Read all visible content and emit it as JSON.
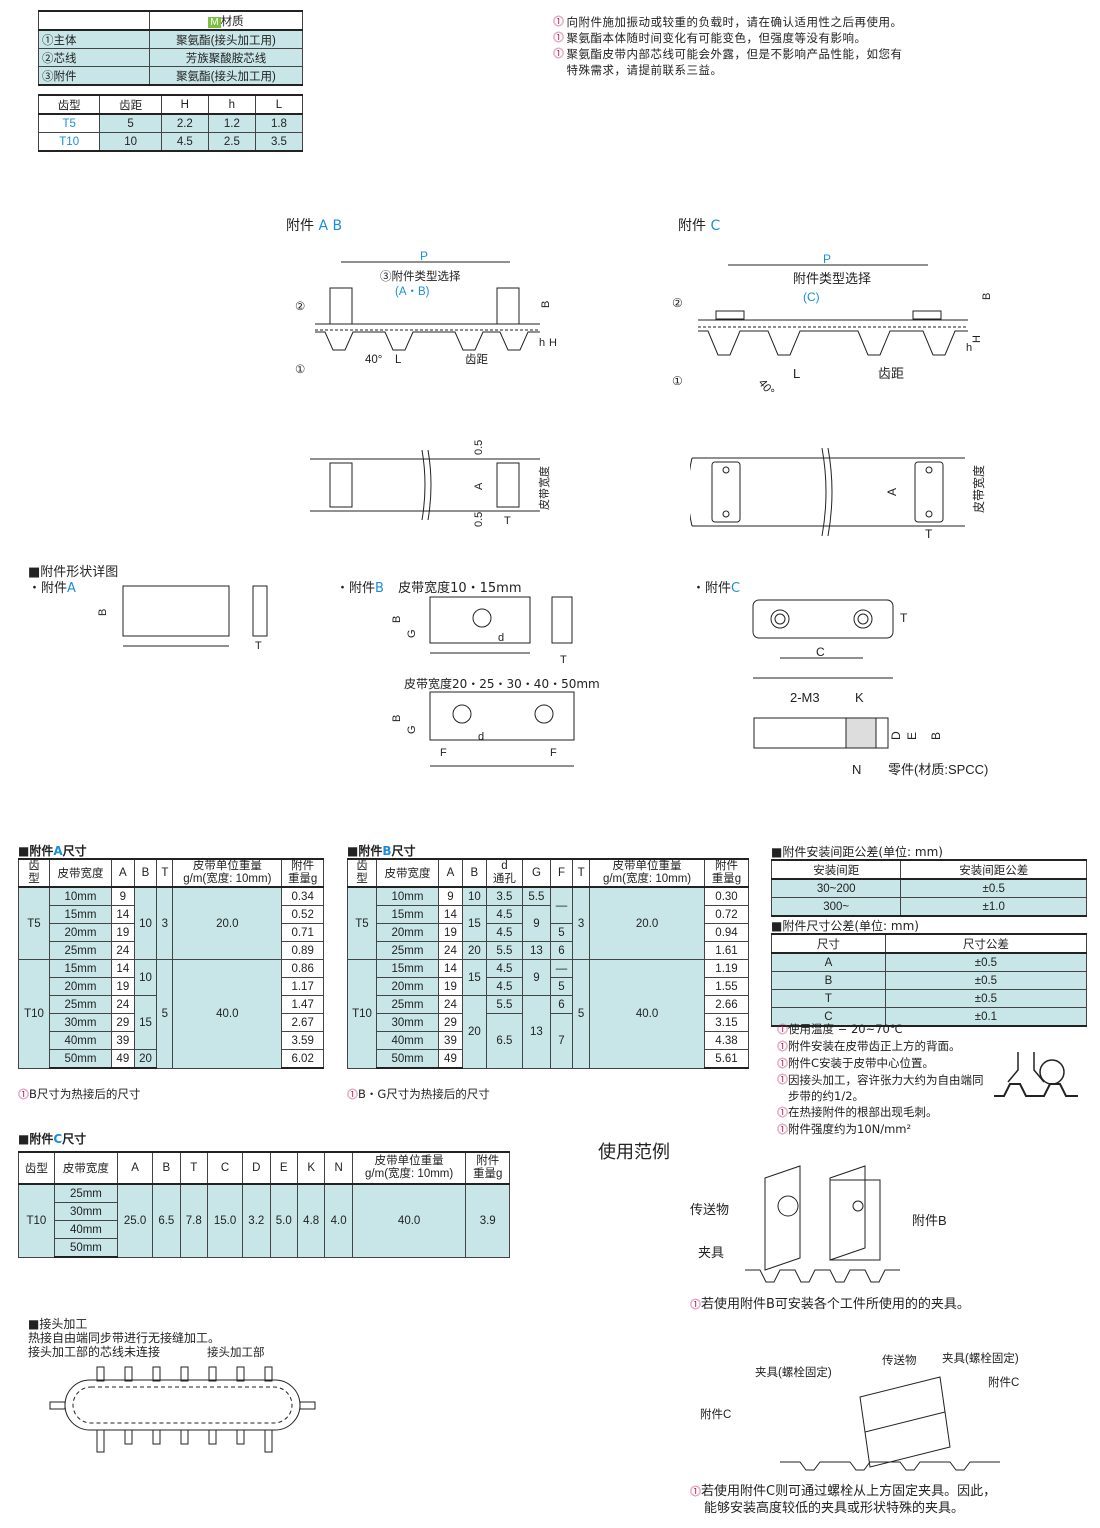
{
  "material": {
    "badge": "M",
    "header": "材质",
    "rows": [
      {
        "part": "①主体",
        "value": "聚氨酯(接头加工用)"
      },
      {
        "part": "②芯线",
        "value": "芳族聚酸胺芯线"
      },
      {
        "part": "③附件",
        "value": "聚氨酯(接头加工用)"
      }
    ]
  },
  "tooth": {
    "headers": [
      "齿型",
      "齿距",
      "H",
      "h",
      "L"
    ],
    "rows": [
      [
        "T5",
        "5",
        "2.2",
        "1.2",
        "1.8"
      ],
      [
        "T10",
        "10",
        "4.5",
        "2.5",
        "3.5"
      ]
    ]
  },
  "top_notes": [
    "向附件施加振动或较重的负载时，请在确认适用性之后再使用。",
    "聚氨酯本体随时间变化有可能变色，但强度等没有影响。",
    "聚氨酯皮带内部芯线可能会外露，但是不影响产品性能，如您有特殊需求，请提前联系三益。"
  ],
  "diag": {
    "ab_title": "附件",
    "ab_suffix": "A B",
    "c_title": "附件",
    "c_suffix": "C",
    "p": "P",
    "sel_ab": "③附件类型选择",
    "sel_ab2": "(A・B)",
    "sel_c": "附件类型选择",
    "sel_c2": "(C)",
    "b": "B",
    "h": "h",
    "H": "H",
    "L": "L",
    "pitch": "齿距",
    "angle": "40°",
    "c2": "②",
    "c1": "①",
    "A": "A",
    "T": "T",
    "half": "0.5",
    "belt_width": "皮带宽度"
  },
  "shape": {
    "title": "■附件形状详图",
    "a_label": "・附件",
    "a_suffix": "A",
    "b_label": "・附件",
    "b_suffix": "B",
    "b_width1": "皮带宽度10・15mm",
    "b_width2": "皮带宽度20・25・30・40・50mm",
    "c_label": "・附件",
    "c_suffix": "C",
    "m3": "2-M3",
    "K": "K",
    "N": "N",
    "D": "D",
    "E": "E",
    "G": "G",
    "F": "F",
    "d": "d",
    "C": "C",
    "part": "零件(材质:SPCC)"
  },
  "tableA": {
    "title_prefix": "■附件",
    "title_letter": "A",
    "title_suffix": "尺寸",
    "headers": [
      "齿\n型",
      "皮带宽度",
      "A",
      "B",
      "T",
      "皮带单位重量\ng/m(宽度: 10mm)",
      "附件\n重量g"
    ],
    "rows": [
      {
        "w": "10mm",
        "a": "9",
        "g": "0.34"
      },
      {
        "w": "15mm",
        "a": "14",
        "g": "0.52"
      },
      {
        "w": "20mm",
        "a": "19",
        "g": "0.71"
      },
      {
        "w": "25mm",
        "a": "24",
        "g": "0.89"
      },
      {
        "w": "15mm",
        "a": "14",
        "g": "0.86"
      },
      {
        "w": "20mm",
        "a": "19",
        "g": "1.17"
      },
      {
        "w": "25mm",
        "a": "24",
        "g": "1.47"
      },
      {
        "w": "30mm",
        "a": "29",
        "g": "2.67"
      },
      {
        "w": "40mm",
        "a": "39",
        "g": "3.59"
      },
      {
        "w": "50mm",
        "a": "49",
        "g": "6.02"
      }
    ],
    "t5": "T5",
    "t10": "T10",
    "b_t5": "10",
    "t_t5": "3",
    "wt_t5": "20.0",
    "b_a": "10",
    "b_b": "15",
    "b_c": "20",
    "t_t10": "5",
    "wt_t10": "40.0",
    "note": "B尺寸为热接后的尺寸"
  },
  "tableB": {
    "title_prefix": "■附件",
    "title_letter": "B",
    "title_suffix": "尺寸",
    "headers": [
      "齿\n型",
      "皮带宽度",
      "A",
      "B",
      "d\n通孔",
      "G",
      "F",
      "T",
      "皮带单位重量\ng/m(宽度: 10mm)",
      "附件\n重量g"
    ],
    "t5": "T5",
    "t10": "T10",
    "r": [
      {
        "w": "10mm",
        "a": "9",
        "g": "0.30"
      },
      {
        "w": "15mm",
        "a": "14",
        "g": "0.72"
      },
      {
        "w": "20mm",
        "a": "19",
        "g": "0.94"
      },
      {
        "w": "25mm",
        "a": "24",
        "g": "1.61"
      },
      {
        "w": "15mm",
        "a": "14",
        "g": "1.19"
      },
      {
        "w": "20mm",
        "a": "19",
        "g": "1.55"
      },
      {
        "w": "25mm",
        "a": "24",
        "g": "2.66"
      },
      {
        "w": "30mm",
        "a": "29",
        "g": "3.15"
      },
      {
        "w": "40mm",
        "a": "39",
        "g": "4.38"
      },
      {
        "w": "50mm",
        "a": "49",
        "g": "5.61"
      }
    ],
    "cells": {
      "b10": "10",
      "b15": "15",
      "b20": "20",
      "b15b": "15",
      "b20b": "20",
      "d1": "3.5",
      "d2": "4.5",
      "d3": "4.5",
      "d4": "5.5",
      "d5": "4.5",
      "d6": "4.5",
      "d7": "5.5",
      "d8": "6.5",
      "g1": "5.5",
      "g2": "9",
      "g3": "13",
      "g4": "9",
      "g5": "13",
      "f1": "—",
      "f2": "5",
      "f3": "6",
      "f4": "—",
      "f5": "5",
      "f6": "6",
      "f7": "7",
      "t1": "3",
      "t2": "5",
      "wt1": "20.0",
      "wt2": "40.0"
    },
    "note": "B・G尺寸为热接后的尺寸"
  },
  "spacing": {
    "title": "■附件安装间距公差(单位: mm)",
    "headers": [
      "安装间距",
      "安装间距公差"
    ],
    "rows": [
      [
        "30~200",
        "±0.5"
      ],
      [
        "300~",
        "±1.0"
      ]
    ]
  },
  "dimtol": {
    "title": "■附件尺寸公差(单位: mm)",
    "headers": [
      "尺寸",
      "尺寸公差"
    ],
    "rows": [
      [
        "A",
        "±0.5"
      ],
      [
        "B",
        "±0.5"
      ],
      [
        "T",
        "±0.5"
      ],
      [
        "C",
        "±0.1"
      ]
    ]
  },
  "side_notes": [
    "使用温度 − 20~70℃",
    "附件安装在皮带齿正上方的背面。",
    "附件C安装于皮带中心位置。",
    "因接头加工，容许张力大约为自由端同步带的约1/2。",
    "在热接附件的根部出现毛刺。",
    "附件强度约为10N/mm²"
  ],
  "tableC": {
    "title_prefix": "■附件",
    "title_letter": "C",
    "title_suffix": "尺寸",
    "headers": [
      "齿型",
      "皮带宽度",
      "A",
      "B",
      "T",
      "C",
      "D",
      "E",
      "K",
      "N",
      "皮带单位重量\ng/m(宽度: 10mm)",
      "附件\n重量g"
    ],
    "tooth": "T10",
    "widths": [
      "25mm",
      "30mm",
      "40mm",
      "50mm"
    ],
    "vals": [
      "25.0",
      "6.5",
      "7.8",
      "15.0",
      "3.2",
      "5.0",
      "4.8",
      "4.0",
      "40.0",
      "3.9"
    ]
  },
  "joint": {
    "title": "■接头加工",
    "line1": "热接自由端同步带进行无接缝加工。",
    "line2": "接头加工部的芯线未连接",
    "label": "接头加工部"
  },
  "usage": {
    "title": "使用范例",
    "conveyed": "传送物",
    "fixture": "夹具",
    "attach_b": "附件B",
    "note1": "若使用附件B可安装各个工件所使用的的夹具。",
    "fix_bolt1": "夹具(螺栓固定)",
    "conveyed2": "传送物",
    "fix_bolt2": "夹具(螺栓固定)",
    "attach_c1": "附件C",
    "attach_c2": "附件C",
    "note2a": "若使用附件C则可通过螺栓从上方固定夹具。因此，",
    "note2b": "能够安装高度较低的夹具或形状特殊的夹具。"
  },
  "colors": {
    "accent": "#1a8fd8",
    "table_fill": "#c8e6e8",
    "note_icon": "#c2185b",
    "badge": "#7cc242"
  }
}
